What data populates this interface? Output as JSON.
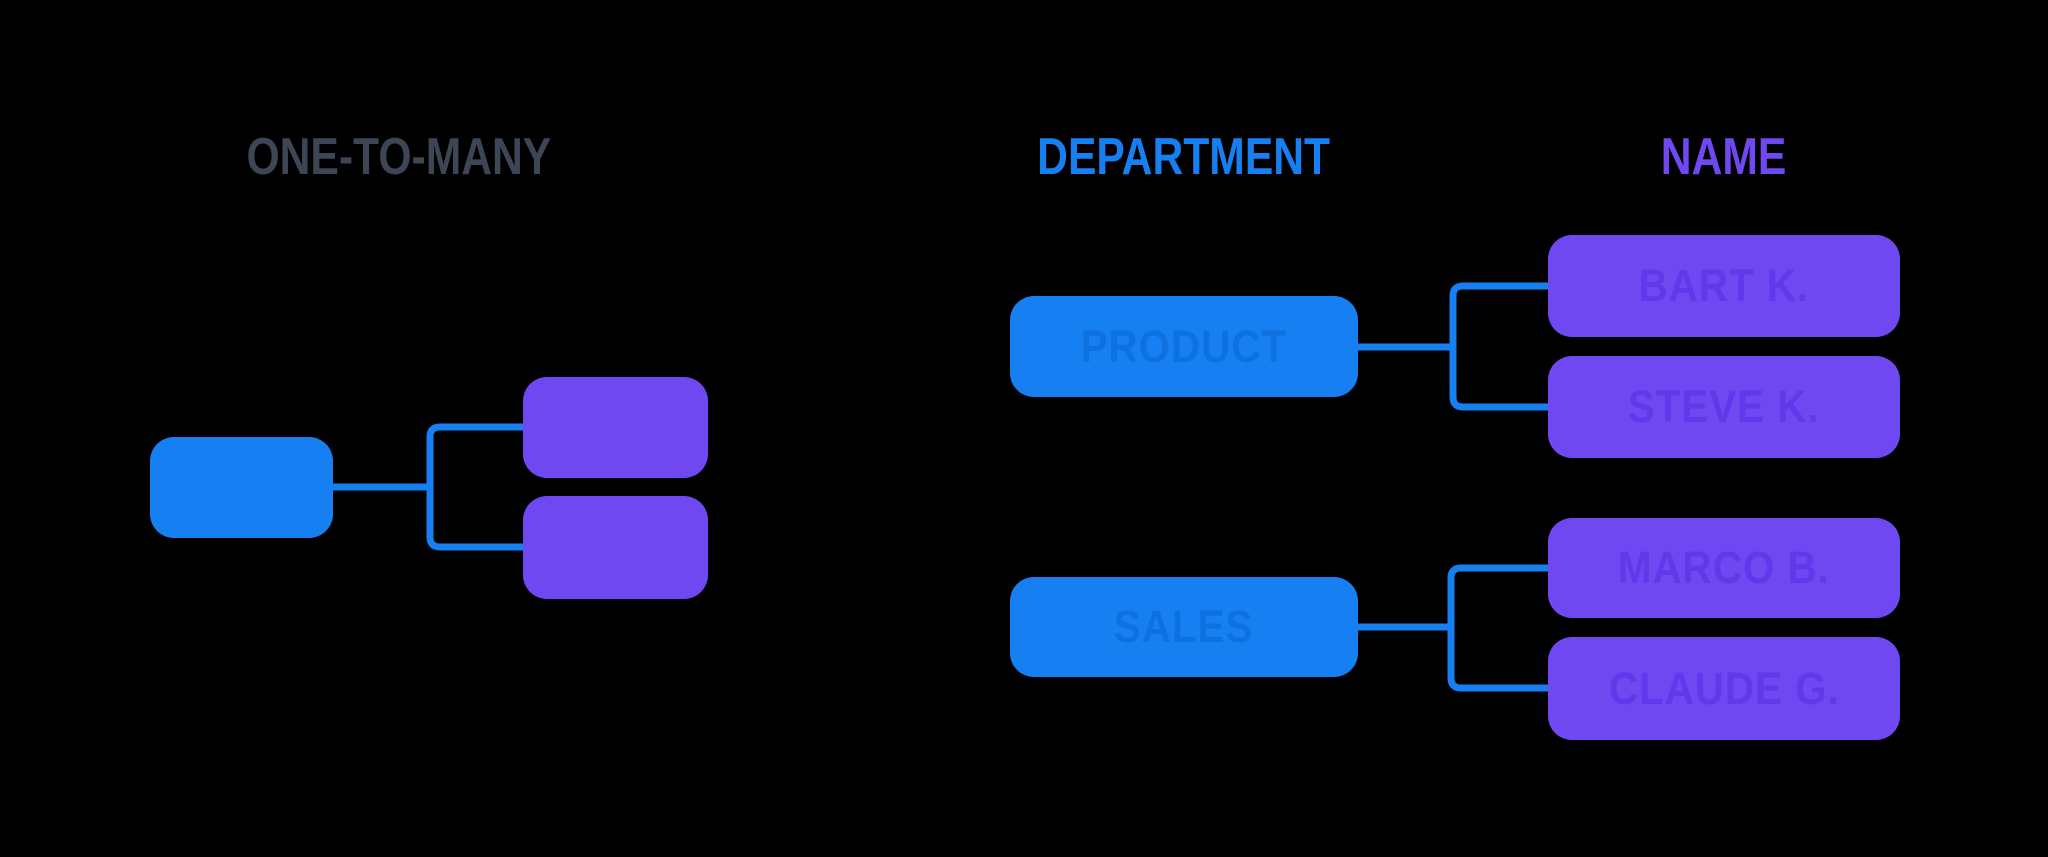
{
  "title": "ONE-TO-MANY",
  "headers": {
    "department": "DEPARTMENT",
    "name": "NAME"
  },
  "departments": [
    {
      "label": "PRODUCT",
      "names": [
        "BART K.",
        "STEVE K."
      ]
    },
    {
      "label": "SALES",
      "names": [
        "MARCO B.",
        "CLAUDE G."
      ]
    }
  ],
  "colors": {
    "blue": "#1680f2",
    "purple": "#7048f2",
    "blue_text": "#0e71e0",
    "purple_text": "#6138ea",
    "title_color": "#3c4654",
    "bg": "#000000"
  }
}
